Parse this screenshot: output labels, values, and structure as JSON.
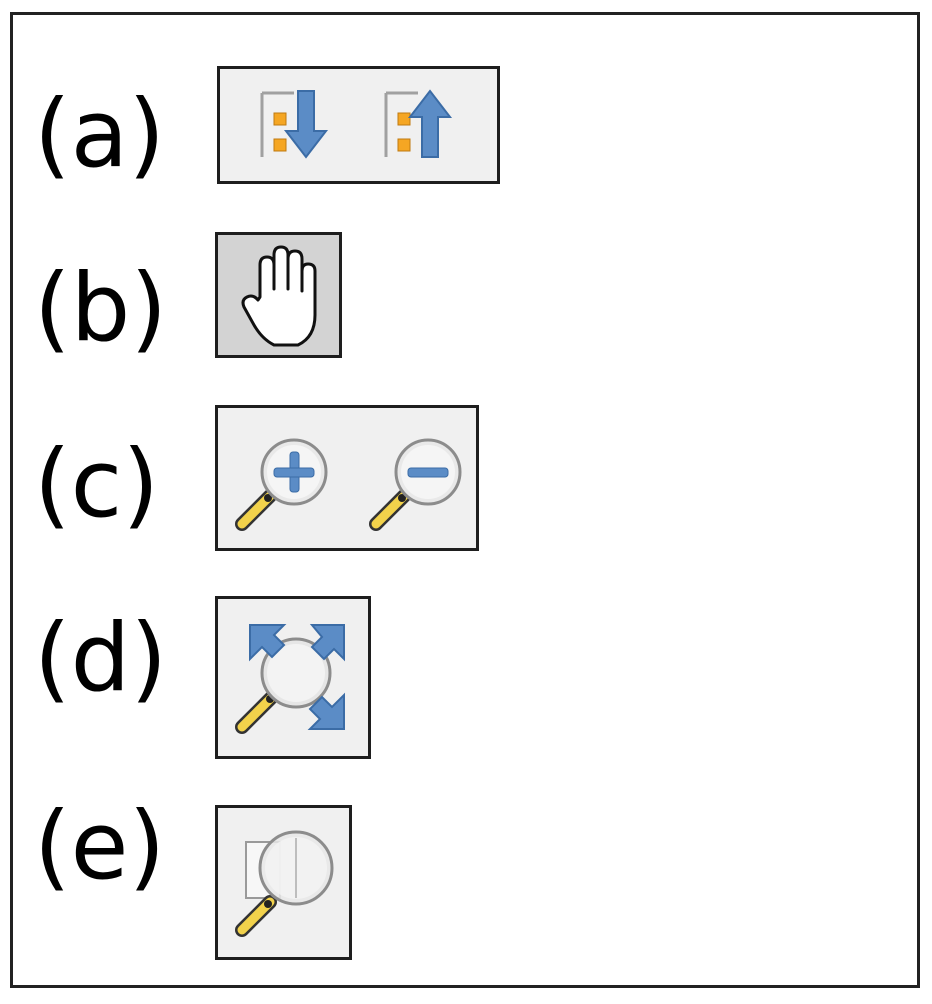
{
  "rows": [
    {
      "label": "(a)",
      "buttons": [
        {
          "icon": "move-down-icon"
        },
        {
          "icon": "move-up-icon"
        }
      ]
    },
    {
      "label": "(b)",
      "buttons": [
        {
          "icon": "pan-hand-icon",
          "state": "pressed"
        }
      ]
    },
    {
      "label": "(c)",
      "buttons": [
        {
          "icon": "zoom-in-icon"
        },
        {
          "icon": "zoom-out-icon"
        }
      ]
    },
    {
      "label": "(d)",
      "buttons": [
        {
          "icon": "zoom-full-extent-icon"
        }
      ]
    },
    {
      "label": "(e)",
      "buttons": [
        {
          "icon": "zoom-to-layer-icon"
        }
      ]
    }
  ],
  "colors": {
    "toolbar_bg": "#f0f0f0",
    "pressed_bg": "#d3d3d3",
    "arrow_blue": "#5b8cc6",
    "node_orange": "#f5a623",
    "handle_yellow": "#f2d24b"
  }
}
